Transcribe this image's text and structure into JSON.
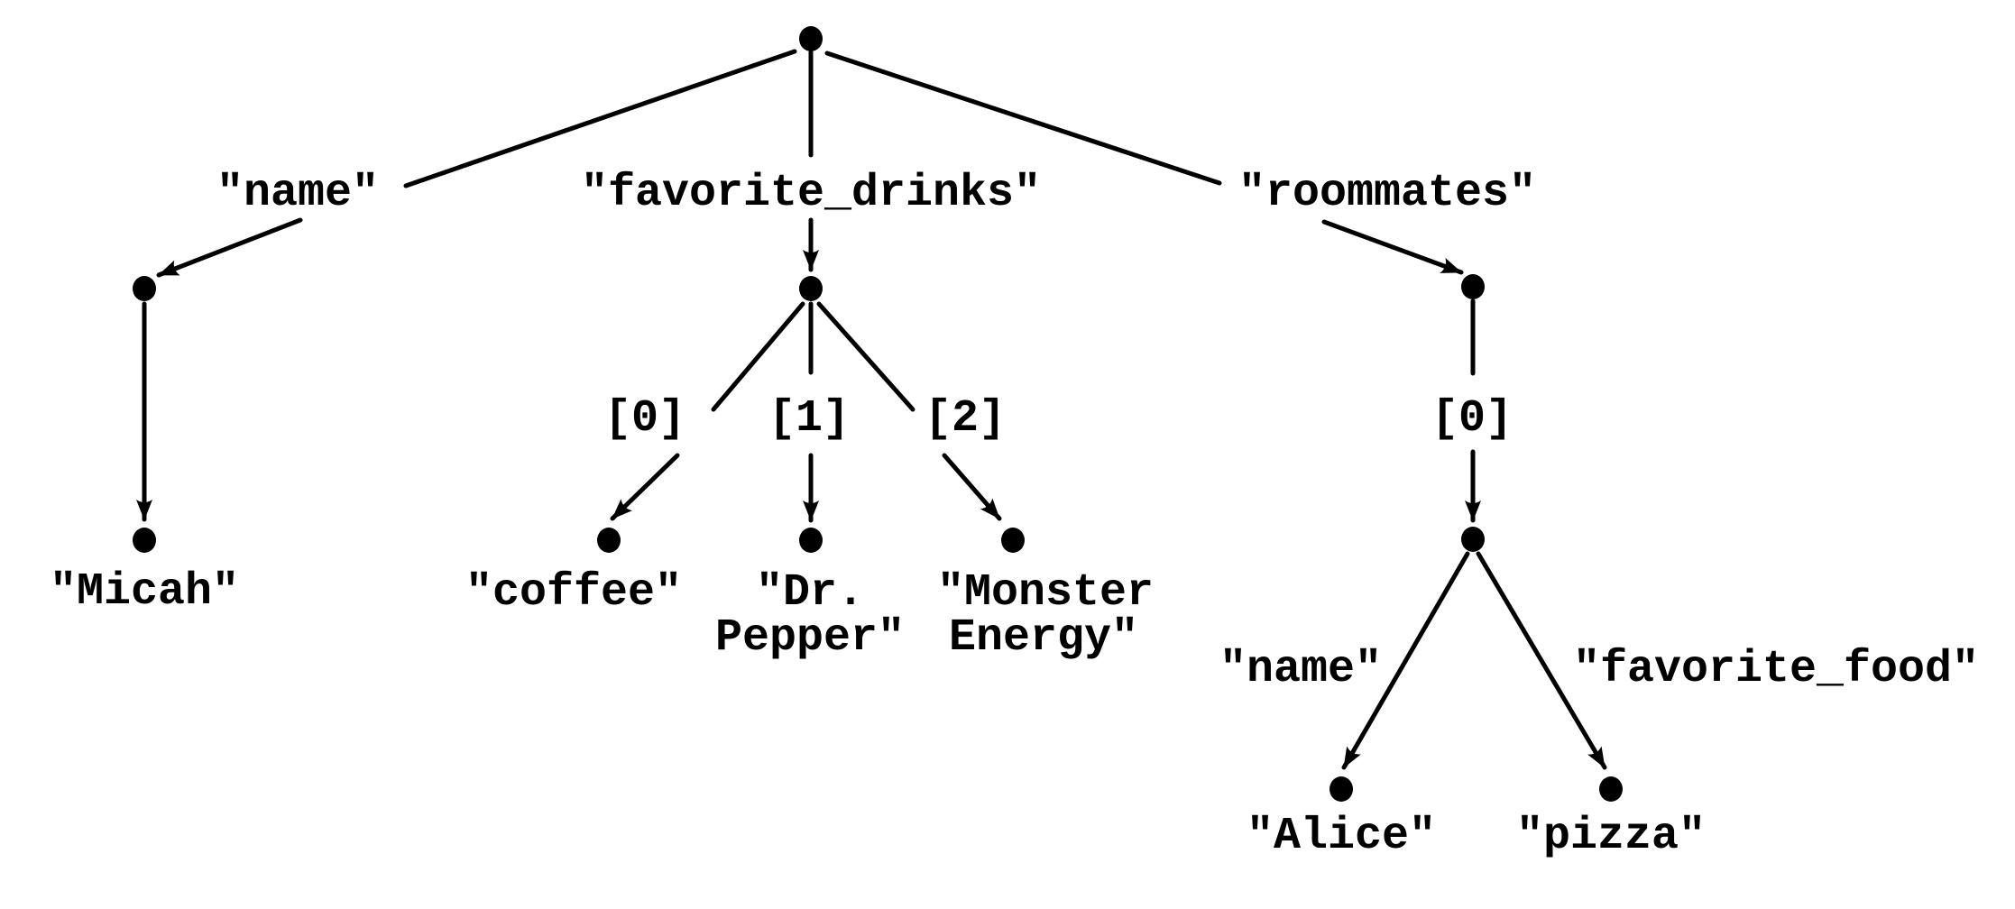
{
  "colors": {
    "ink": "#000000",
    "background": "#ffffff"
  },
  "tree": {
    "root_keys": {
      "name": "\"name\"",
      "favorite_drinks": "\"favorite_drinks\"",
      "roommates": "\"roommates\""
    },
    "name_branch": {
      "value": "\"Micah\""
    },
    "favorite_drinks_branch": {
      "indices": [
        "[0]",
        "[1]",
        "[2]"
      ],
      "values": {
        "coffee": "\"coffee\"",
        "dr_pepper_line1": "\"Dr.",
        "dr_pepper_line2": "Pepper\"",
        "monster_line1": "\"Monster",
        "monster_line2": "Energy\""
      }
    },
    "roommates_branch": {
      "index": "[0]",
      "member_keys": {
        "name": "\"name\"",
        "favorite_food": "\"favorite_food\""
      },
      "member_values": {
        "name": "\"Alice\"",
        "favorite_food": "\"pizza\""
      }
    }
  }
}
